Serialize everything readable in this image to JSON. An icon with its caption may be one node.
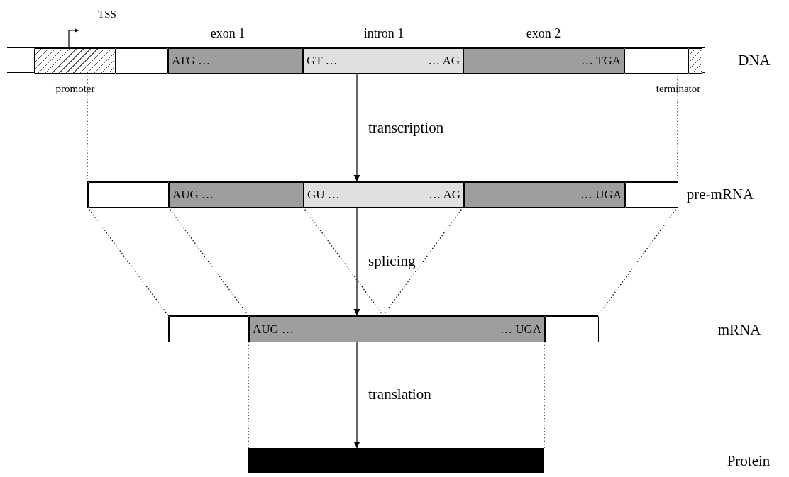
{
  "diagram": {
    "nodes": [
      {
        "text": [],
        "shape": "bar"
      },
      {
        "text": [],
        "shape": "box",
        "in": 0,
        "beside": [
          "TSS",
          "promoter"
        ]
      },
      {
        "text": [],
        "shape": "box",
        "in": 0
      },
      {
        "text": [
          "ATG …"
        ],
        "in": 0,
        "beside": [
          "exon 1"
        ]
      },
      {
        "text": [
          "GT …",
          "… AG"
        ],
        "in": 0,
        "beside": [
          "intron 1"
        ]
      },
      {
        "text": [
          "… TGA"
        ],
        "in": 0,
        "beside": [
          "exon 2"
        ]
      },
      {
        "text": [],
        "shape": "box",
        "in": 0
      },
      {
        "text": [],
        "shape": "box",
        "in": 0,
        "beside": [
          "terminator"
        ]
      },
      {
        "text": [],
        "shape": "bar"
      },
      {
        "text": [],
        "shape": "box",
        "in": 8
      },
      {
        "text": [
          "AUG …"
        ],
        "in": 8
      },
      {
        "text": [
          "GU …",
          "… AG"
        ],
        "in": 8
      },
      {
        "text": [
          "… UGA"
        ],
        "in": 8
      },
      {
        "text": [],
        "shape": "box",
        "in": 8
      },
      {
        "text": [],
        "shape": "bar"
      },
      {
        "text": [],
        "shape": "box",
        "in": 14
      },
      {
        "text": [
          "AUG …",
          "… UGA"
        ],
        "in": 14
      },
      {
        "text": [],
        "shape": "box",
        "in": 14
      },
      {
        "text": [],
        "shape": "bar"
      }
    ],
    "labels": [
      "DNA",
      "pre-mRNA",
      "mRNA",
      "Protein"
    ],
    "edges": [
      {
        "from": 0,
        "to": 8,
        "arrow": "to",
        "label": "transcription"
      },
      {
        "from": 1,
        "to": 9,
        "arrow": "none",
        "style": "dashed"
      },
      {
        "from": 6,
        "to": 13,
        "arrow": "none",
        "style": "dashed"
      },
      {
        "from": 8,
        "to": 14,
        "arrow": "to",
        "label": "splicing"
      },
      {
        "from": 9,
        "to": 15,
        "arrow": "none",
        "style": "dashed"
      },
      {
        "from": 10,
        "to": 16,
        "arrow": "none",
        "style": "dashed"
      },
      {
        "from": 11,
        "to": 16,
        "arrow": "none",
        "style": "dashed"
      },
      {
        "from": 11,
        "to": 16,
        "arrow": "none",
        "style": "dashed"
      },
      {
        "from": 13,
        "to": 17,
        "arrow": "none",
        "style": "dashed"
      },
      {
        "from": 14,
        "to": 18,
        "arrow": "to",
        "label": "translation"
      },
      {
        "from": 16,
        "to": 18,
        "arrow": "none",
        "style": "dashed"
      },
      {
        "from": 16,
        "to": 18,
        "arrow": "none",
        "style": "dashed"
      }
    ]
  }
}
